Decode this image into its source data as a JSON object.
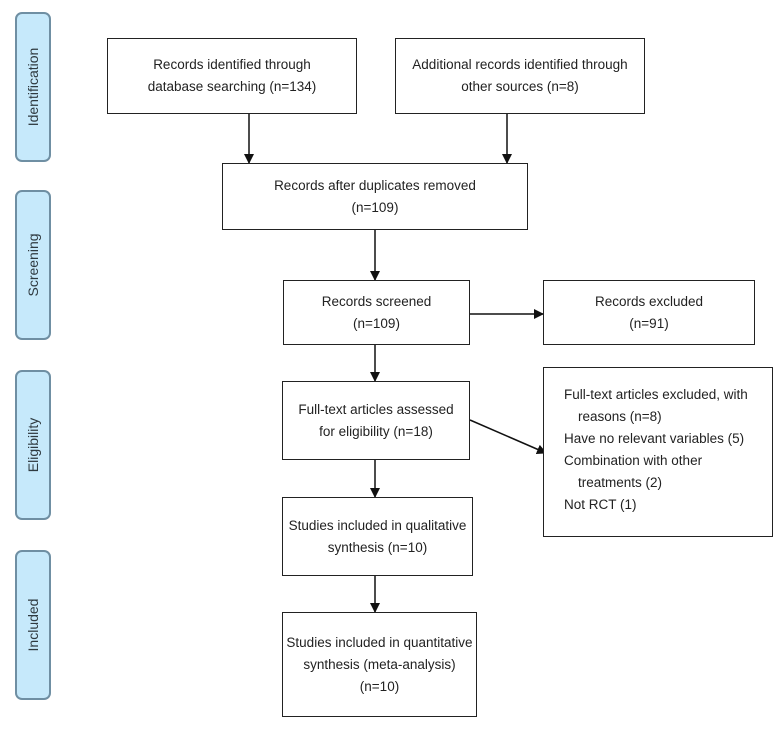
{
  "phases": {
    "identification": "Identification",
    "screening": "Screening",
    "eligibility": "Eligibility",
    "included": "Included"
  },
  "boxes": {
    "db_search": [
      "Records identified through",
      "database searching (n=134)"
    ],
    "other_sources": [
      "Additional records identified through",
      "other sources (n=8)"
    ],
    "after_duplicates": [
      "Records after duplicates removed",
      "(n=109)"
    ],
    "screened": [
      "Records screened",
      "(n=109)"
    ],
    "excluded": [
      "Records excluded",
      "(n=91)"
    ],
    "fulltext_assessed": [
      "Full-text articles assessed",
      "for eligibility (n=18)"
    ],
    "fulltext_excluded": {
      "title": "Full-text articles excluded, with",
      "title_cont": "reasons (n=8)",
      "reason1": "Have no relevant variables (5)",
      "reason2": "Combination with other",
      "reason2_cont": "treatments (2)",
      "reason3": "Not RCT (1)"
    },
    "qualitative": [
      "Studies included in qualitative",
      "synthesis (n=10)"
    ],
    "quantitative": [
      "Studies included in quantitative",
      "synthesis (meta-analysis)",
      "(n=10)"
    ]
  }
}
